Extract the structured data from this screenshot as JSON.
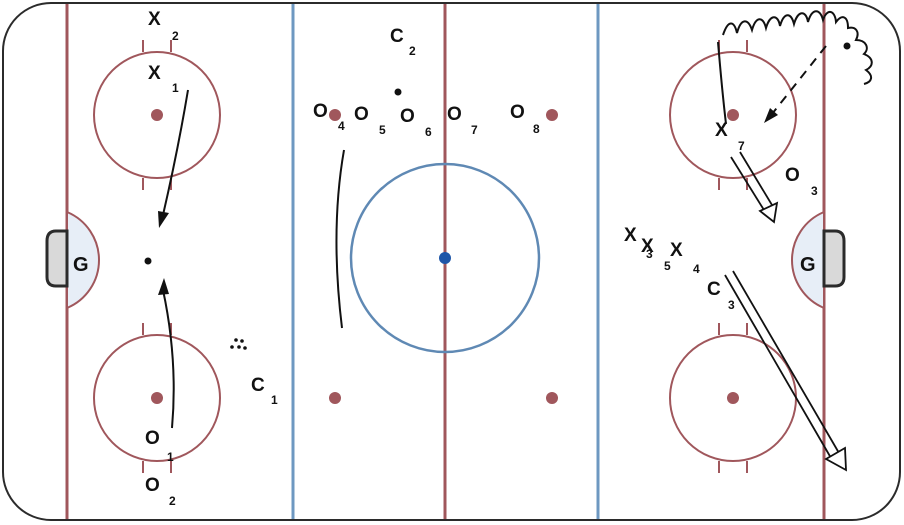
{
  "colors": {
    "board": "#2b2b2b",
    "red_line": "#a0575c",
    "blue_line": "#6e98c1",
    "center_circle": "#5f89b4",
    "center_dot": "#1e56a8",
    "faceoff_dot": "#a0575c",
    "crease": "#e7eef7",
    "goal_net": "#d9d9d9",
    "marker": "#111111"
  },
  "goalies": [
    "G",
    "G"
  ],
  "offense": {
    "glyph": "X",
    "players": [
      "2",
      "1",
      "7",
      "3",
      "5",
      "4"
    ]
  },
  "defense": {
    "glyph": "O",
    "players": [
      "4",
      "5",
      "6",
      "7",
      "8",
      "3",
      "1",
      "2"
    ]
  },
  "coaches": {
    "glyph": "C",
    "players": [
      "2",
      "1",
      "3"
    ]
  }
}
